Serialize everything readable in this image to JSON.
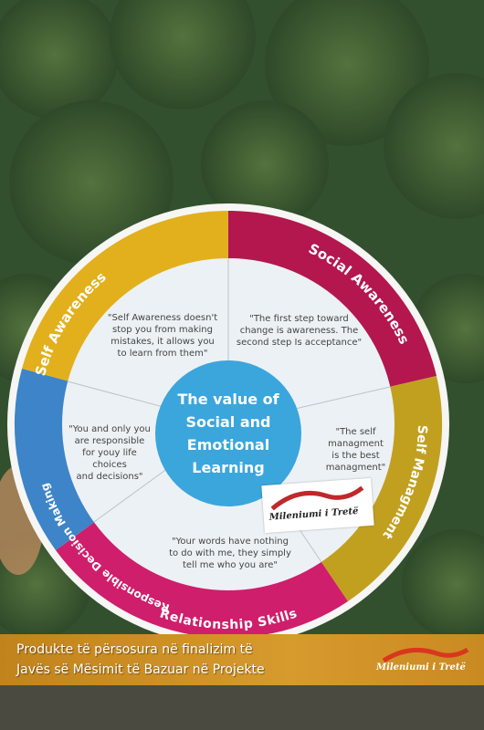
{
  "wheel": {
    "segments": {
      "self_awareness": "Self Awareness",
      "social_awareness": "Social Awareness",
      "self_managment": "Self Managment",
      "relationship_skills": "Relationship Skills",
      "responsible_decision": "Responsible Decision Making"
    },
    "center": {
      "line1": "The value of",
      "line2": "Social and",
      "line3": "Emotional",
      "line4": "Learning"
    },
    "quotes": {
      "self_awareness": [
        "\"Self Awareness doesn't",
        "stop you from making",
        "mistakes, it allows you",
        "to learn from them\""
      ],
      "social_awareness": [
        "\"The first step toward",
        "change is awareness. The",
        "second step Is acceptance\""
      ],
      "self_managment": [
        "\"The self",
        "managment",
        "is the best",
        "managment\""
      ],
      "relationship_skills": [
        "\"Your words have nothing",
        "to do with me, they simply",
        "tell me who you are\""
      ],
      "responsible_decision": [
        "\"You and only you",
        "are responsible",
        "for youy life",
        "choices",
        "and decisions\""
      ]
    },
    "colors": {
      "yellow": "#e2b01d",
      "magenta": "#b3174d",
      "olive": "#c2a01f",
      "pink": "#cf1e6b",
      "blue": "#3d84c8",
      "center": "#3aa6dc",
      "inner": "#ecf1f5"
    }
  },
  "sticker": {
    "logo_text": "Mileniumi i Tretë"
  },
  "banner": {
    "line1": "Produkte të përsosura në finalizim të",
    "line2": "Javës së Mësimit të Bazuar në Projekte",
    "logo_text": "Mileniumi i Tretë"
  }
}
